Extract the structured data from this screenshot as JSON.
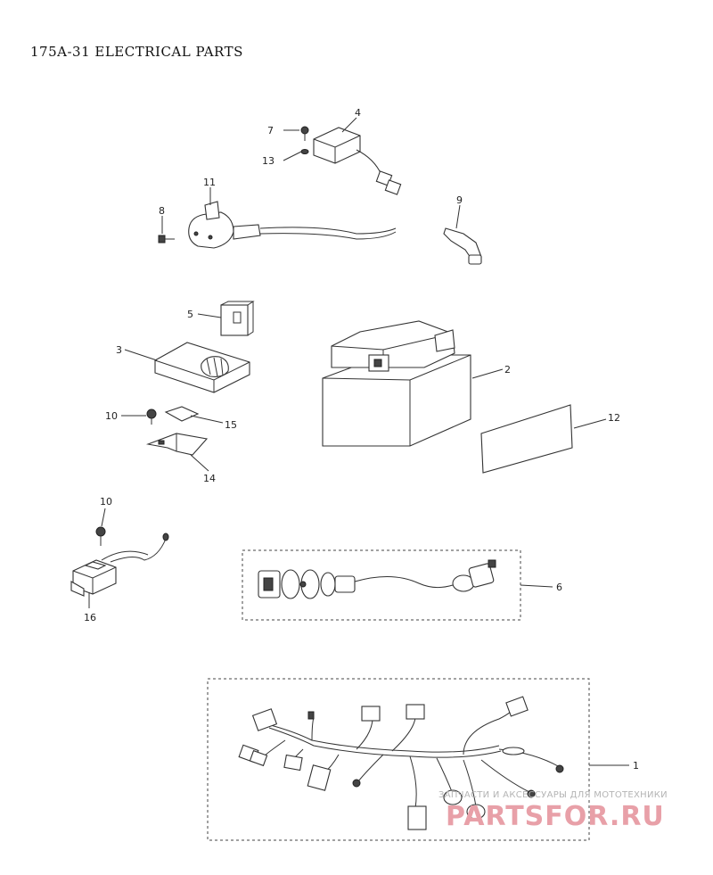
{
  "title": "175A-31 ELECTRICAL PARTS",
  "callouts": {
    "c1": "1",
    "c2": "2",
    "c3": "3",
    "c4": "4",
    "c5": "5",
    "c6": "6",
    "c7": "7",
    "c8": "8",
    "c9": "9",
    "c10a": "10",
    "c10b": "10",
    "c11": "11",
    "c12": "12",
    "c13": "13",
    "c14": "14",
    "c15": "15",
    "c16": "16"
  },
  "watermark": {
    "text": "ЗАПЧАСТИ И АКСЕССУАРЫ ДЛЯ МОТОТЕХНИКИ",
    "logo": "PARTSFOR.RU"
  }
}
